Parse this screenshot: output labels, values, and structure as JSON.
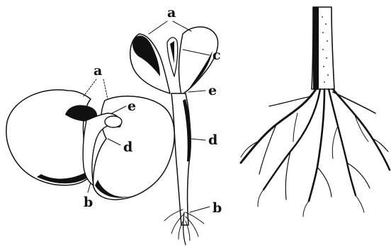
{
  "figures": {
    "seed": {
      "labels": {
        "a": "a",
        "b": "b",
        "d": "d",
        "e": "e"
      }
    },
    "seedling": {
      "labels": {
        "a": "a",
        "b": "b",
        "c": "c",
        "d": "d",
        "e": "e"
      }
    }
  }
}
